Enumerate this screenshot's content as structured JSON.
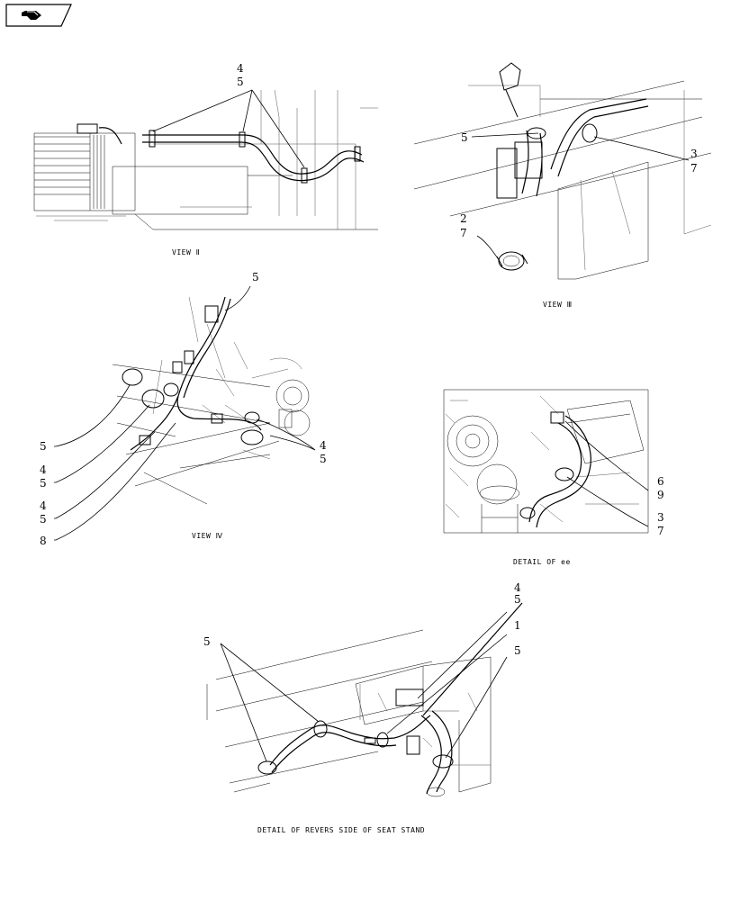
{
  "nav": {
    "icon": "back-arrow-icon"
  },
  "views": {
    "view2": {
      "title": "VIEW Ⅱ",
      "labels": [
        "4",
        "5"
      ]
    },
    "view3": {
      "title": "VIEW Ⅲ",
      "labels_a": [
        "5"
      ],
      "labels_b": [
        "3",
        "7"
      ],
      "labels_c": [
        "2",
        "7"
      ]
    },
    "view4": {
      "title": "VIEW Ⅳ",
      "labels": [
        "5",
        "5",
        "4",
        "5",
        "4",
        "5",
        "8",
        "4",
        "5"
      ]
    },
    "detail_ee": {
      "title": "DETAIL OF ee",
      "labels": [
        "6",
        "9",
        "3",
        "7"
      ]
    },
    "detail_seat": {
      "title": "DETAIL OF REVERS SIDE OF SEAT STAND",
      "labels": [
        "5",
        "4",
        "5",
        "1",
        "5"
      ]
    }
  }
}
